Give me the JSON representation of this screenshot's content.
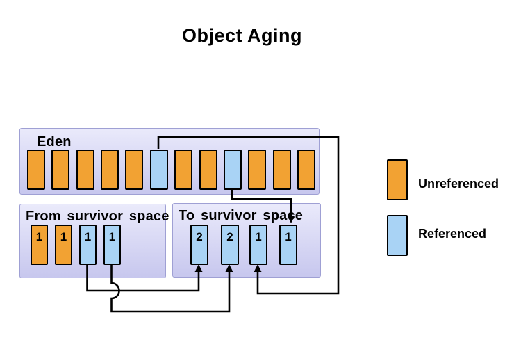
{
  "title": "Object Aging",
  "colors": {
    "unreferenced": "#F2A233",
    "referenced": "#A9D3F5",
    "container_fill_top": "#EAEAFB",
    "container_fill_bottom": "#C7C7EE",
    "container_border": "#9FA0D4",
    "block_border": "#000000",
    "connector": "#000000"
  },
  "regions": {
    "eden": {
      "label": "Eden",
      "blocks": [
        {
          "type": "unreferenced"
        },
        {
          "type": "unreferenced"
        },
        {
          "type": "unreferenced"
        },
        {
          "type": "unreferenced"
        },
        {
          "type": "unreferenced"
        },
        {
          "type": "referenced"
        },
        {
          "type": "unreferenced"
        },
        {
          "type": "unreferenced"
        },
        {
          "type": "referenced"
        },
        {
          "type": "unreferenced"
        },
        {
          "type": "unreferenced"
        },
        {
          "type": "unreferenced"
        }
      ]
    },
    "from_survivor": {
      "label": "From survivor space",
      "blocks": [
        {
          "type": "unreferenced",
          "age": "1"
        },
        {
          "type": "unreferenced",
          "age": "1"
        },
        {
          "type": "referenced",
          "age": "1"
        },
        {
          "type": "referenced",
          "age": "1"
        }
      ]
    },
    "to_survivor": {
      "label": "To survivor space",
      "blocks": [
        {
          "type": "referenced",
          "age": "2"
        },
        {
          "type": "referenced",
          "age": "2"
        },
        {
          "type": "referenced",
          "age": "1"
        },
        {
          "type": "referenced",
          "age": "1"
        }
      ]
    }
  },
  "legend": {
    "items": [
      {
        "label": "Unreferenced",
        "type": "unreferenced"
      },
      {
        "label": "Referenced",
        "type": "referenced"
      }
    ]
  },
  "connectors": [
    {
      "from": "eden-block-6",
      "to": "to-survivor-block-3",
      "arrow": "up-into-bottom",
      "route": "up-over-right-side-loop"
    },
    {
      "from": "eden-block-9",
      "to": "to-survivor-block-4",
      "arrow": "down-into-top",
      "route": "down-right"
    },
    {
      "from": "from-survivor-block-3",
      "to": "to-survivor-block-1",
      "arrow": "up-into-bottom",
      "route": "down-right-up"
    },
    {
      "from": "from-survivor-block-4",
      "to": "to-survivor-block-2",
      "arrow": "up-into-bottom",
      "route": "down-right-up",
      "crossing": "hop-over"
    }
  ]
}
